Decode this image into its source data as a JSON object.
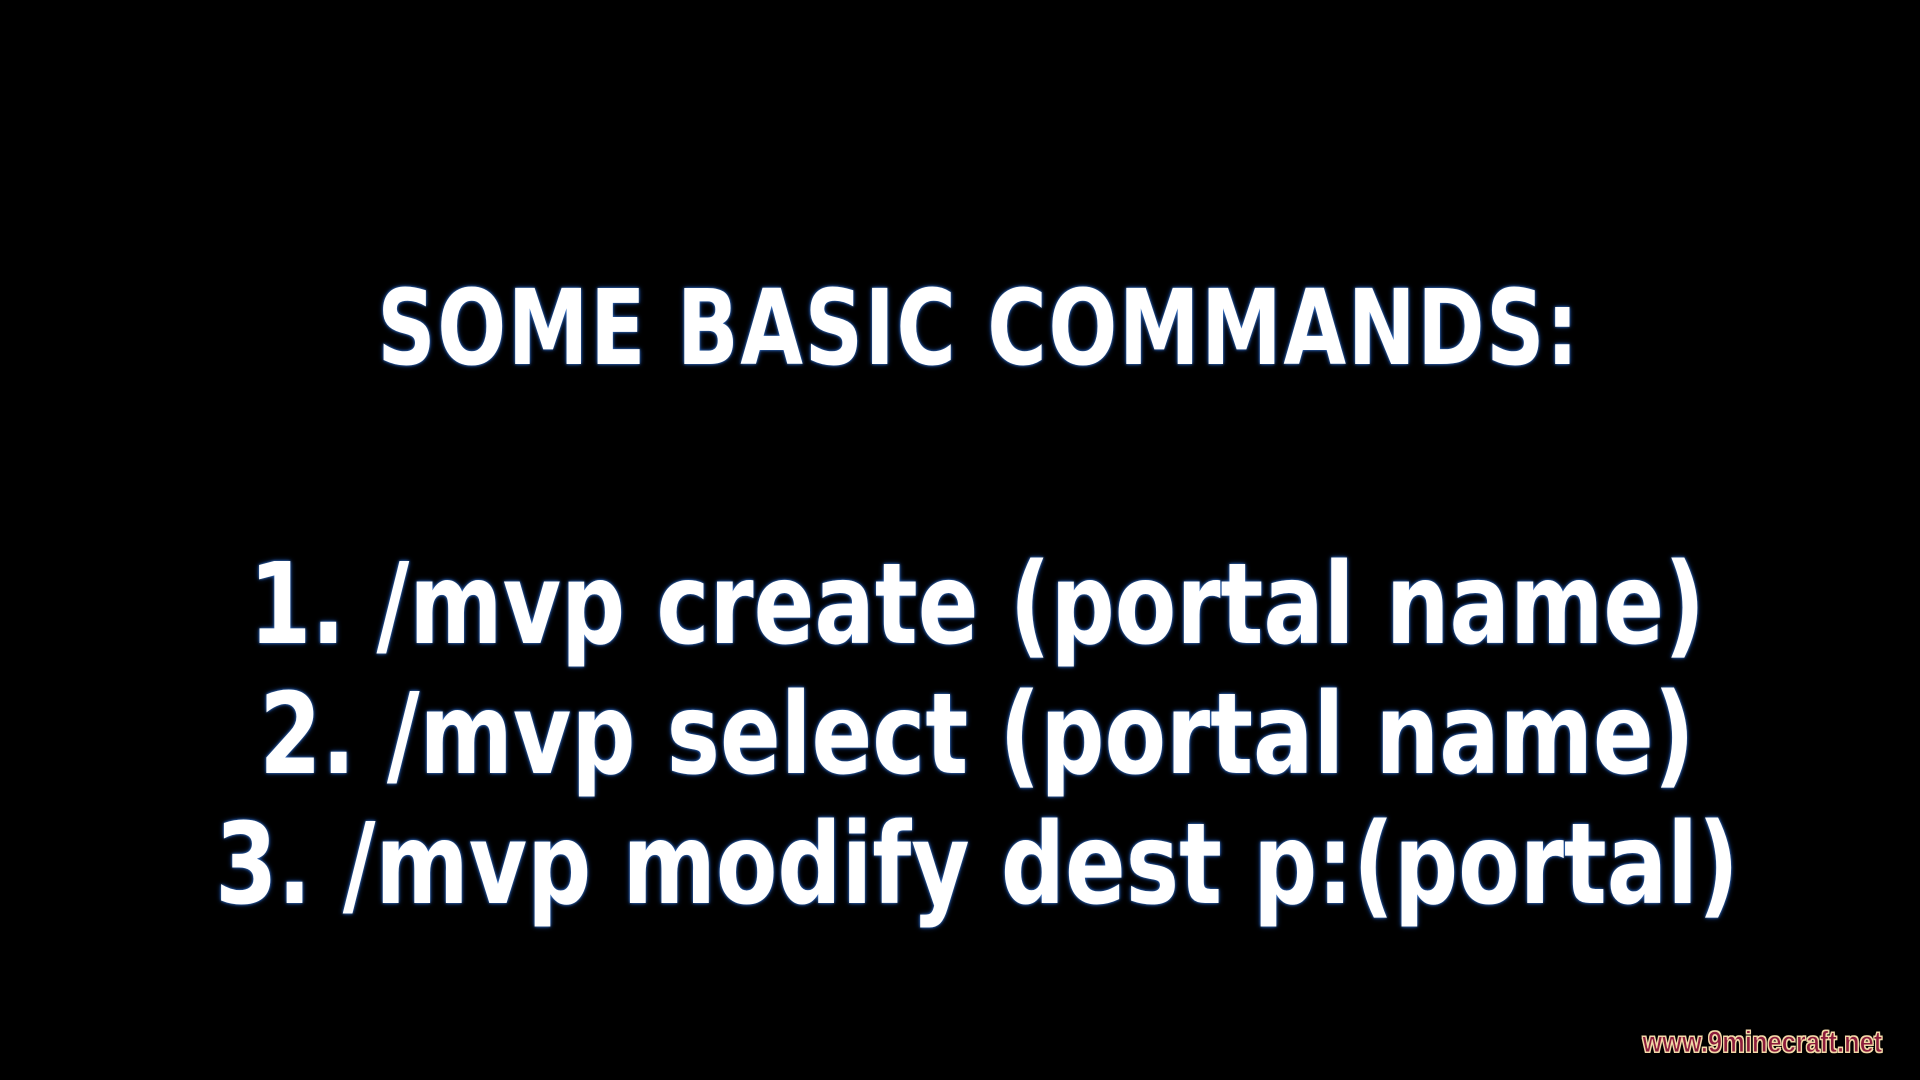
{
  "heading": "SOME BASIC COMMANDS:",
  "commands": [
    "1. /mvp create (portal name)",
    "2. /mvp select (portal name)",
    "3. /mvp modify dest p:(portal)"
  ],
  "watermark": "www.9minecraft.net",
  "colors": {
    "background": "#000000",
    "text": "#ffffff",
    "text_glow": "#3a7bd5",
    "watermark_fill": "#8c1c3c",
    "watermark_outline": "#f3d9a8"
  }
}
